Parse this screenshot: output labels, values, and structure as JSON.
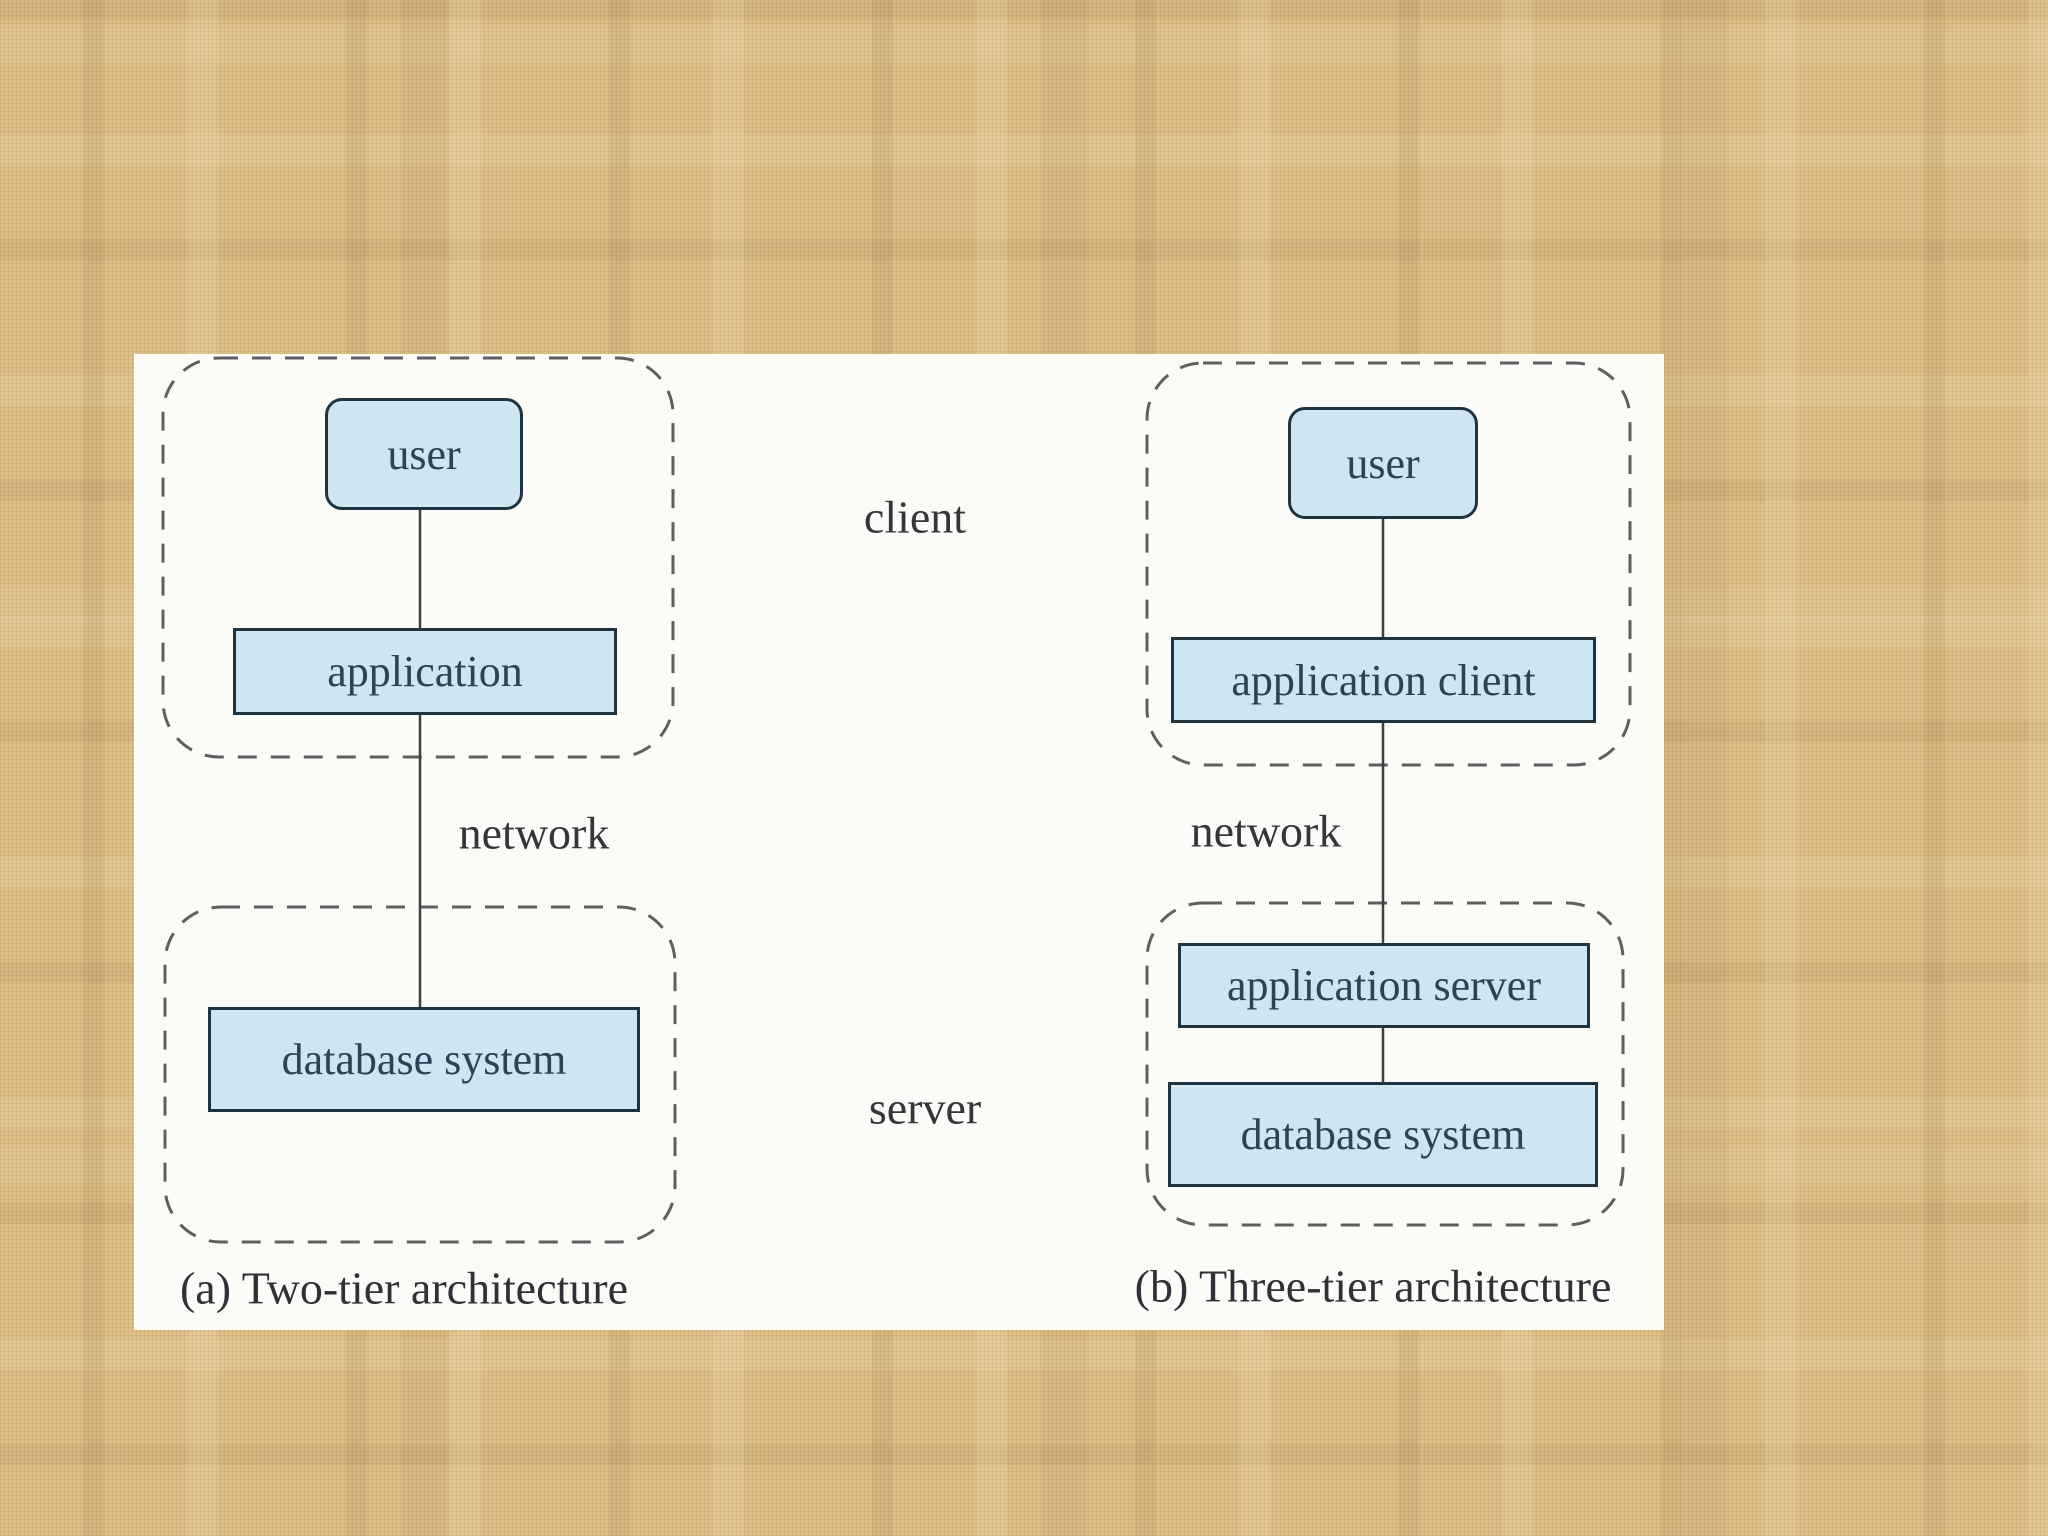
{
  "figure": {
    "two_tier": {
      "user": "user",
      "application": "application",
      "database": "database system",
      "network": "network",
      "caption": "(a) Two-tier architecture"
    },
    "three_tier": {
      "user": "user",
      "application_client": "application client",
      "application_server": "application server",
      "database": "database system",
      "network": "network",
      "caption": "(b) Three-tier architecture"
    },
    "tier_labels": {
      "client": "client",
      "server": "server"
    }
  },
  "colors": {
    "background": "#debe86",
    "panel": "#fbfbf8",
    "box_fill": "#cee5f2",
    "box_border": "#203440",
    "box_text": "#2c4356",
    "boundary_dash": "#5f5f5f",
    "connector": "#3f3f3f",
    "label_text": "#33373c",
    "caption_text": "#2e3136"
  }
}
